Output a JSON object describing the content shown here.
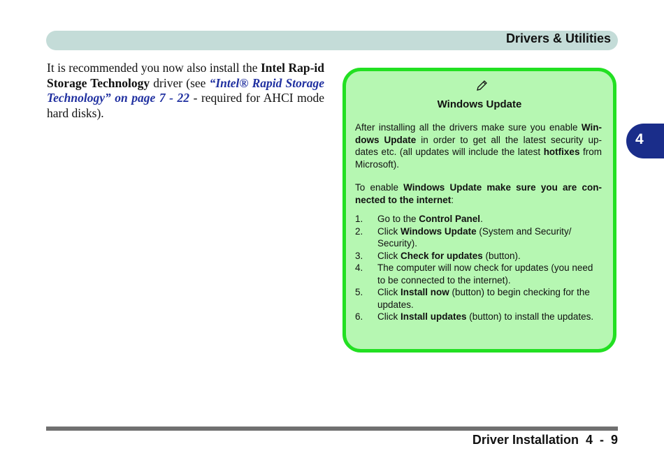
{
  "header": {
    "title": "Drivers & Utilities"
  },
  "chapter_tab": "4",
  "body": {
    "t1": "It is recommended you now also install the ",
    "b1": "Intel Rap-id Storage Technology",
    "t2": " driver (see ",
    "link": "“Intel® Rapid Storage Technology” on page 7 - 22",
    "t3": " - required for AHCI mode hard disks)."
  },
  "note": {
    "icon": "pencil-icon",
    "title": "Windows Update",
    "p1": {
      "t1": "After installing all the drivers make sure you enable ",
      "b1": "Win-dows Update",
      "t2": " in order to get all the latest security up-dates etc. (all updates will include the latest ",
      "b2": "hotfixes",
      "t3": " from Microsoft)."
    },
    "p2": {
      "t1": "To enable ",
      "b1": "Windows Update make sure you are con-nected to the internet",
      "t2": ":"
    },
    "steps": [
      {
        "num": "1.",
        "a": "Go to the ",
        "b": "Control Panel",
        "c": "."
      },
      {
        "num": "2.",
        "a": "Click ",
        "b": "Windows Update",
        "c": " (System and Security/ Security)."
      },
      {
        "num": "3.",
        "a": "Click ",
        "b": "Check for updates",
        "c": " (button)."
      },
      {
        "num": "4.",
        "a": "The computer will now check for updates (you need to be connected to the internet).",
        "b": "",
        "c": ""
      },
      {
        "num": "5.",
        "a": "Click ",
        "b": "Install now",
        "c": " (button) to begin checking for the updates."
      },
      {
        "num": "6.",
        "a": "Click ",
        "b": "Install updates",
        "c": " (button) to install the updates."
      }
    ]
  },
  "footer": {
    "text": "Driver Installation  4  -  9"
  },
  "colors": {
    "header_bar": "#c4dcd8",
    "tab": "#1a2d8a",
    "note_bg": "#b6f7b2",
    "note_border": "#22e022",
    "link": "#2030a0"
  }
}
